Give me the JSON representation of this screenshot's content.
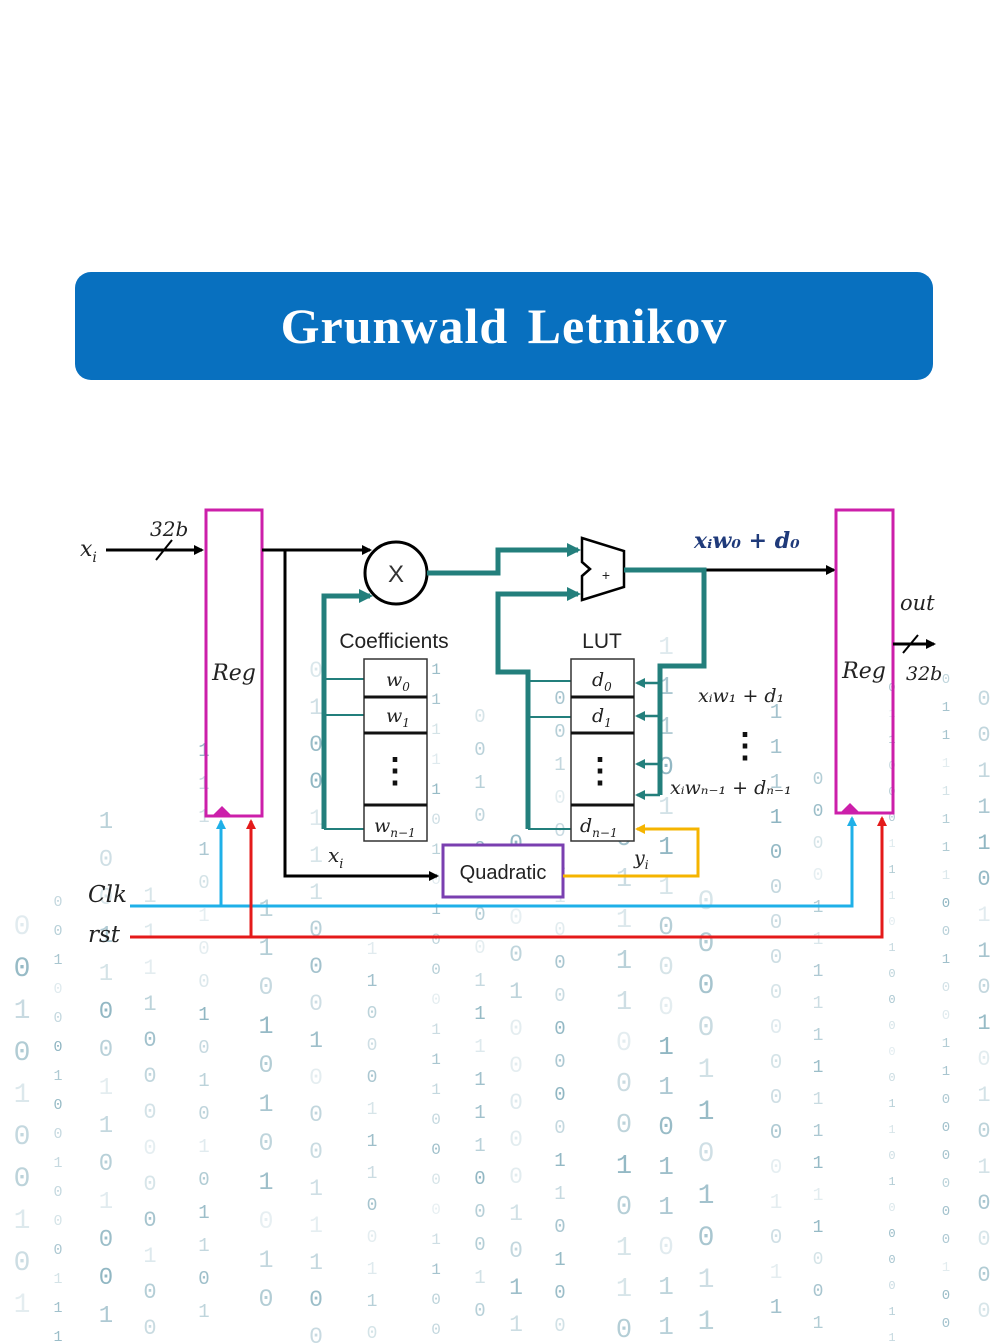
{
  "title": "Grunwald Letnikov",
  "colors": {
    "banner": "#0870bf",
    "register": "#cc1faa",
    "teal": "#237f7c",
    "clock": "#1fb0e8",
    "reset": "#e41a1a",
    "quadratic": "#7a3fb0",
    "yi_path": "#f5b400",
    "black": "#000000"
  },
  "diagram": {
    "input_label": "x",
    "input_sub": "i",
    "bus_width_in": "32b",
    "reg_left_label": "Reg",
    "reg_right_label": "Reg",
    "multiplier_symbol": "X",
    "adder_symbol": "+",
    "coefficients_title": "Coefficients",
    "lut_title": "LUT",
    "coefficients": [
      {
        "base": "w",
        "sub": "0"
      },
      {
        "base": "w",
        "sub": "1"
      },
      {
        "base": "⋮",
        "sub": ""
      },
      {
        "base": "w",
        "sub": "n−1"
      }
    ],
    "lut_entries": [
      {
        "base": "d",
        "sub": "0"
      },
      {
        "base": "d",
        "sub": "1"
      },
      {
        "base": "⋮",
        "sub": ""
      },
      {
        "base": "d",
        "sub": "n−1"
      }
    ],
    "sum_label": "xᵢw₀ + d₀",
    "feedback_1": "xᵢw₁ + d₁",
    "feedback_dots": "⋮",
    "feedback_n": "xᵢwₙ₋₁ + dₙ₋₁",
    "quadratic_label": "Quadratic",
    "xi_label": "x",
    "xi_sub": "i",
    "yi_label": "y",
    "yi_sub": "i",
    "output_label": "out",
    "bus_width_out": "32b",
    "clk_label": "Clk",
    "rst_label": "rst"
  },
  "icons": [
    "binary-background",
    "multiplier-circle-icon",
    "adder-trapezoid-icon"
  ]
}
